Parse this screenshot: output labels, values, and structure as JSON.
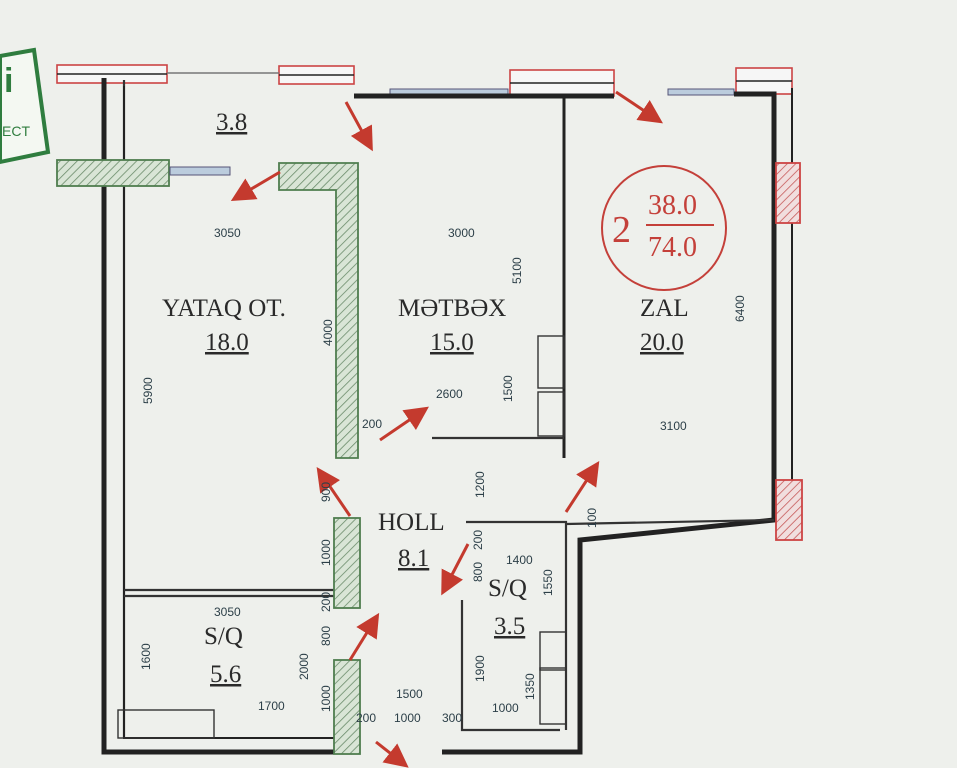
{
  "logo": {
    "text_main": "i",
    "text_sub": "ECT"
  },
  "summary": {
    "rooms_count": "2",
    "living_area": "38.0",
    "total_area": "74.0"
  },
  "rooms": {
    "balcony": {
      "area": "3.8"
    },
    "bedroom": {
      "name": "YATAQ OT.",
      "area": "18.0"
    },
    "kitchen": {
      "name": "MƏTBƏX",
      "area": "15.0"
    },
    "hall_room": {
      "name": "ZAL",
      "area": "20.0"
    },
    "corridor": {
      "name": "HOLL",
      "area": "8.1"
    },
    "bathroom_left": {
      "name": "S/Q",
      "area": "5.6"
    },
    "bathroom_right": {
      "name": "S/Q",
      "area": "3.5"
    }
  },
  "dimensions": {
    "d_3050_top": "3050",
    "d_3000": "3000",
    "d_5100": "5100",
    "d_6400": "6400",
    "d_4000": "4000",
    "d_5900": "5900",
    "d_2600": "2600",
    "d_1500": "1500",
    "d_200_a": "200",
    "d_3100": "3100",
    "d_1200": "1200",
    "d_900": "900",
    "d_100": "100",
    "d_1000_a": "1000",
    "d_200_b": "200",
    "d_1400": "1400",
    "d_800_a": "800",
    "d_1550": "1550",
    "d_3050_bottom": "3050",
    "d_200_c": "200",
    "d_800_b": "800",
    "d_1600": "1600",
    "d_2000": "2000",
    "d_1900": "1900",
    "d_1350": "1350",
    "d_1700": "1700",
    "d_1000_b": "1000",
    "d_1500_b": "1500",
    "d_200_d": "200",
    "d_1000_c": "1000",
    "d_300": "300",
    "d_1000_d": "1000"
  },
  "colors": {
    "accent_red": "#c4403a",
    "wall_green": "#4f7d4f",
    "logo_green": "#2f7d3f"
  }
}
